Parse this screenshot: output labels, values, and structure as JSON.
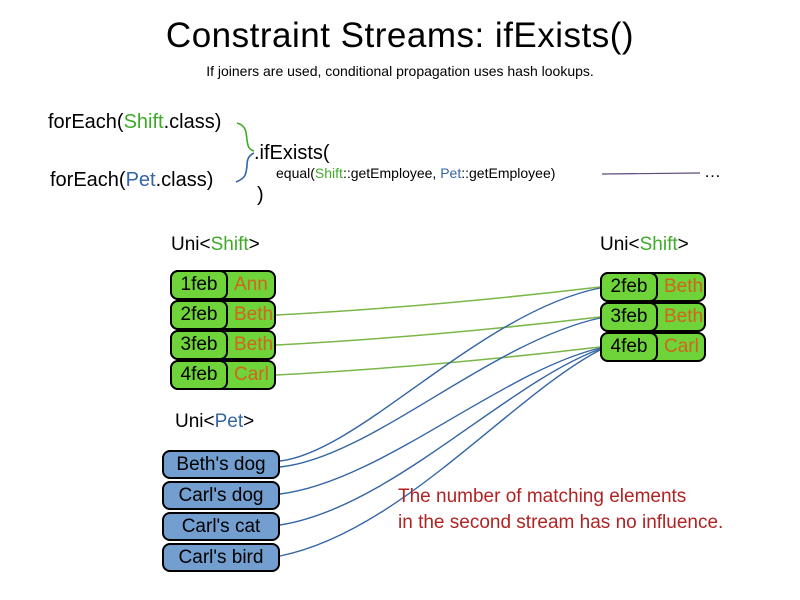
{
  "slide": {
    "title": "Constraint Streams: ifExists()",
    "subtitle": "If joiners are used, conditional propagation uses hash lookups."
  },
  "code": {
    "foreach_shift": {
      "prefix": "forEach(",
      "type": "Shift",
      "suffix": ".class)"
    },
    "foreach_pet": {
      "prefix": "forEach(",
      "type": "Pet",
      "suffix": ".class)"
    },
    "if_exists": ".ifExists(",
    "equal": {
      "prefix": "equal(",
      "type1": "Shift",
      "mid1": "::getEmployee, ",
      "type2": "Pet",
      "mid2": "::getEmployee)"
    },
    "close_paren": ")",
    "ellipsis": "…"
  },
  "left_shift_stream": {
    "label": {
      "prefix": "Uni<",
      "type": "Shift",
      "suffix": ">"
    },
    "rows": [
      {
        "date": "1feb",
        "name": "Ann"
      },
      {
        "date": "2feb",
        "name": "Beth"
      },
      {
        "date": "3feb",
        "name": "Beth"
      },
      {
        "date": "4feb",
        "name": "Carl"
      }
    ]
  },
  "right_shift_stream": {
    "label": {
      "prefix": "Uni<",
      "type": "Shift",
      "suffix": ">"
    },
    "rows": [
      {
        "date": "2feb",
        "name": "Beth"
      },
      {
        "date": "3feb",
        "name": "Beth"
      },
      {
        "date": "4feb",
        "name": "Carl"
      }
    ]
  },
  "pet_stream": {
    "label": {
      "prefix": "Uni<",
      "type": "Pet",
      "suffix": ">"
    },
    "rows": [
      {
        "name": "Beth's dog"
      },
      {
        "name": "Carl's dog"
      },
      {
        "name": "Carl's cat"
      },
      {
        "name": "Carl's bird"
      }
    ]
  },
  "note": {
    "line1": "The number of matching elements",
    "line2": "in the second stream has no influence."
  },
  "colors": {
    "shift_box_fill": "#6fd33a",
    "pet_box_fill": "#729fcf",
    "type_green": "#3faa28",
    "type_blue": "#3465a4",
    "name_orange": "#d2641c",
    "note_red": "#b22222",
    "connector_green": "#7ab648",
    "connector_blue": "#3465a4",
    "continuation_purple": "#604a7b",
    "border_black": "#000000"
  }
}
